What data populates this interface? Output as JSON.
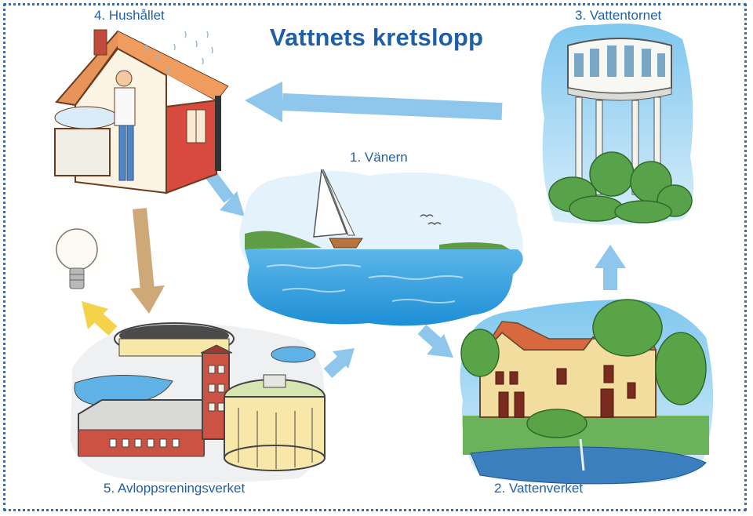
{
  "title": "Vattnets kretslopp",
  "stations": {
    "vanern": "1. Vänern",
    "vattenverket": "2. Vattenverket",
    "vattentornet": "3. Vattentornet",
    "hushallet": "4. Hushållet",
    "avloppsreningsverket": "5. Avloppsreningsverket"
  },
  "colors": {
    "label_blue": "#1f5fa8",
    "clean_water_arrow": "#8ec6ec",
    "waste_water_arrow": "#cfa877",
    "energy_arrow": "#f4d24a",
    "frame_dots": "#2f6fb5"
  },
  "icons": [
    "house-icon",
    "water-tower-icon",
    "lake-icon",
    "waterworks-icon",
    "sewage-plant-icon",
    "lightbulb-icon",
    "sailboat-icon",
    "birds-icon"
  ]
}
